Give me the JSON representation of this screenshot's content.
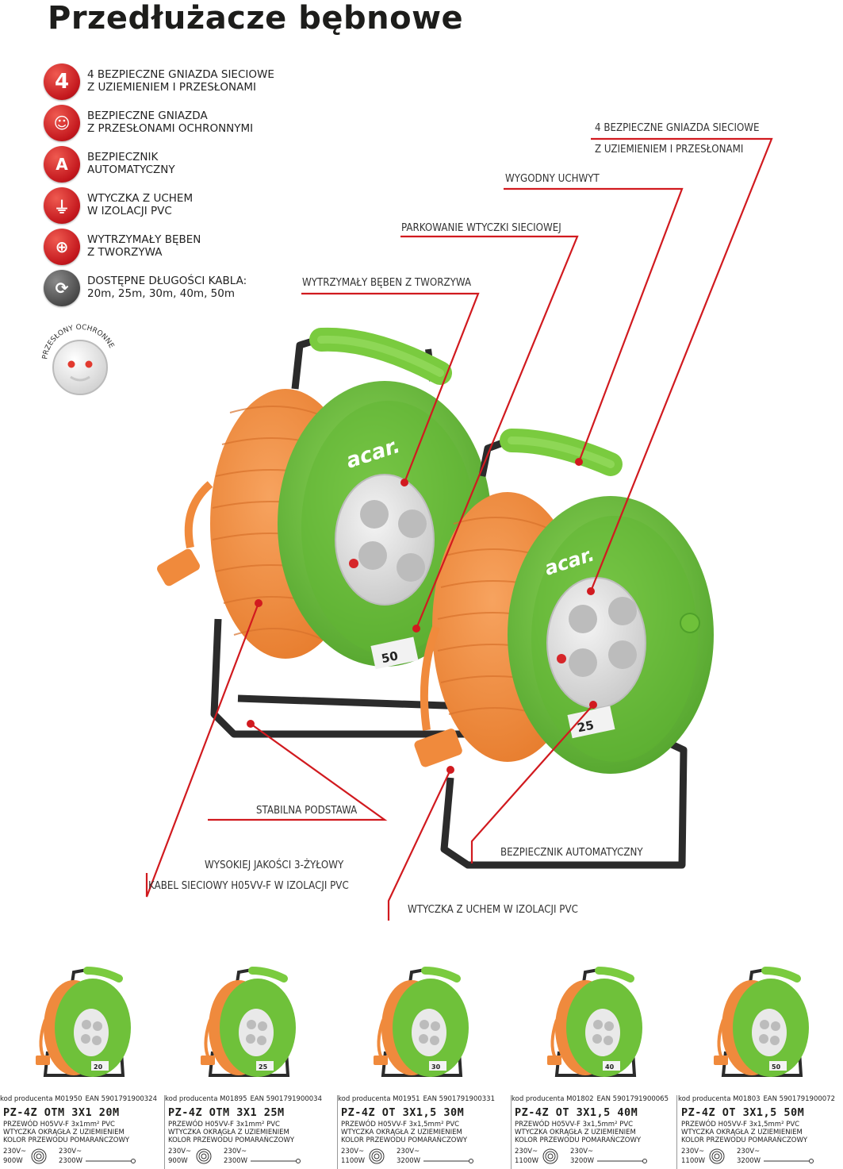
{
  "title": "Przedłużacze bębnowe",
  "features": [
    {
      "icon": "number-4-icon",
      "symbol": "4",
      "line1": "4 BEZPIECZNE GNIAZDA SIECIOWE",
      "line2": "Z UZIEMIENIEM I PRZESŁONAMI"
    },
    {
      "icon": "smiley-icon",
      "symbol": "☺",
      "line1": "BEZPIECZNE GNIAZDA",
      "line2": "Z PRZESŁONAMI OCHRONNYMI"
    },
    {
      "icon": "fuse-a-icon",
      "symbol": "A",
      "line1": "BEZPIECZNIK",
      "line2": "AUTOMATYCZNY"
    },
    {
      "icon": "plug-icon",
      "symbol": "⏚",
      "line1": "WTYCZKA Z UCHEM",
      "line2": "W IZOLACJI PVC"
    },
    {
      "icon": "drum-icon",
      "symbol": "⊕",
      "line1": "WYTRZYMAŁY BĘBEN",
      "line2": "Z TWORZYWA"
    },
    {
      "icon": "cable-length-icon",
      "symbol": "⟳",
      "line1": "DOSTĘPNE DŁUGOŚCI KABLA:",
      "line2": "20m, 25m, 30m, 40m, 50m"
    }
  ],
  "shutter_label": "PRZESŁONY OCHRONNE",
  "callouts": {
    "sockets_line1": "4 BEZPIECZNE GNIAZDA SIECIOWE",
    "sockets_line2": "Z UZIEMIENIEM I PRZESŁONAMI",
    "handle": "WYGODNY UCHWYT",
    "parking": "PARKOWANIE WTYCZKI SIECIOWEJ",
    "drum": "WYTRZYMAŁY BĘBEN Z TWORZYWA",
    "base": "STABILNA PODSTAWA",
    "cable_line1": "WYSOKIEJ JAKOŚCI 3-ŻYŁOWY",
    "cable_line2": "KABEL SIECIOWY H05VV-F W IZOLACJI PVC",
    "fuse": "BEZPIECZNIK AUTOMATYCZNY",
    "plug": "WTYCZKA Z UCHEM W IZOLACJI PVC"
  },
  "reel_labels": {
    "brand": "acar.",
    "big_length": "50",
    "small_length": "25"
  },
  "products": [
    {
      "code": "kod producenta M01950",
      "ean": "EAN 5901791900324",
      "name": "PZ-4Z OTM 3X1 20M",
      "d1": "PRZEWÓD H05VV-F 3x1mm² PVC",
      "d2": "WTYCZKA OKRĄGŁA Z UZIEMIENIEM",
      "d3": "KOLOR PRZEWODU POMARAŃCZOWY",
      "v1": "230V~",
      "w1": "900W",
      "v2": "230V~",
      "w2": "2300W",
      "length": "20"
    },
    {
      "code": "kod producenta M01895",
      "ean": "EAN 5901791900034",
      "name": "PZ-4Z OTM 3X1 25M",
      "d1": "PRZEWÓD H05VV-F 3x1mm² PVC",
      "d2": "WTYCZKA OKRĄGŁA Z UZIEMIENIEM",
      "d3": "KOLOR PRZEWODU POMARAŃCZOWY",
      "v1": "230V~",
      "w1": "900W",
      "v2": "230V~",
      "w2": "2300W",
      "length": "25"
    },
    {
      "code": "kod producenta M01951",
      "ean": "EAN 5901791900331",
      "name": "PZ-4Z OT 3X1,5 30M",
      "d1": "PRZEWÓD H05VV-F 3x1,5mm² PVC",
      "d2": "WTYCZKA OKRĄGŁA Z UZIEMIENIEM",
      "d3": "KOLOR PRZEWODU POMARAŃCZOWY",
      "v1": "230V~",
      "w1": "1100W",
      "v2": "230V~",
      "w2": "3200W",
      "length": "30"
    },
    {
      "code": "kod producenta M01802",
      "ean": "EAN 5901791900065",
      "name": "PZ-4Z OT 3X1,5 40M",
      "d1": "PRZEWÓD H05VV-F 3x1,5mm² PVC",
      "d2": "WTYCZKA OKRĄGŁA Z UZIEMIENIEM",
      "d3": "KOLOR PRZEWODU POMARAŃCZOWY",
      "v1": "230V~",
      "w1": "1100W",
      "v2": "230V~",
      "w2": "3200W",
      "length": "40"
    },
    {
      "code": "kod producenta M01803",
      "ean": "EAN 5901791900072",
      "name": "PZ-4Z OT 3X1,5 50M",
      "d1": "PRZEWÓD H05VV-F 3x1,5mm² PVC",
      "d2": "WTYCZKA OKRĄGŁA Z UZIEMIENIEM",
      "d3": "KOLOR PRZEWODU POMARAŃCZOWY",
      "v1": "230V~",
      "w1": "1100W",
      "v2": "230V~",
      "w2": "3200W",
      "length": "50"
    }
  ],
  "colors": {
    "accent_red": "#d11a1f",
    "reel_green": "#6fc13a",
    "cable_orange": "#f08a3c",
    "frame": "#2b2b2b"
  }
}
